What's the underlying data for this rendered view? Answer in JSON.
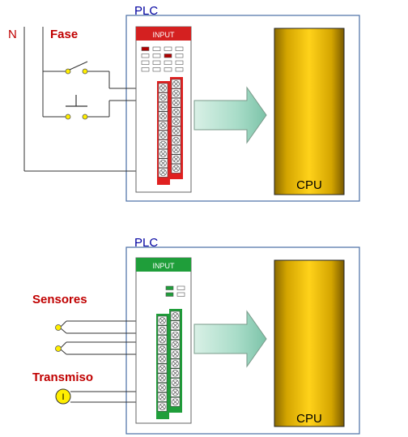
{
  "colors": {
    "plc_frame": "#4a6fa5",
    "wire": "#333333",
    "dark_red_text": "#c00000",
    "blue_text": "#0000a0",
    "red_terminal": "#e02020",
    "green_terminal": "#1f9e3a",
    "arrow_fill": "#9fd3bf",
    "cpu_gold": "#e8b800",
    "sensor_yellow": "#ffee00"
  },
  "top_diagram": {
    "plc_label": "PLC",
    "n_label": "N",
    "fase_label": "Fase",
    "input_module_label": "INPUT",
    "cpu_label": "CPU",
    "switch_icon": "switch-icon",
    "pushbutton_icon": "pushbutton-icon"
  },
  "bottom_diagram": {
    "plc_label": "PLC",
    "input_module_label": "INPUT",
    "cpu_label": "CPU",
    "sensores_label": "Sensores",
    "transmiso_label": "Transmiso",
    "transmitter_symbol": "I"
  }
}
